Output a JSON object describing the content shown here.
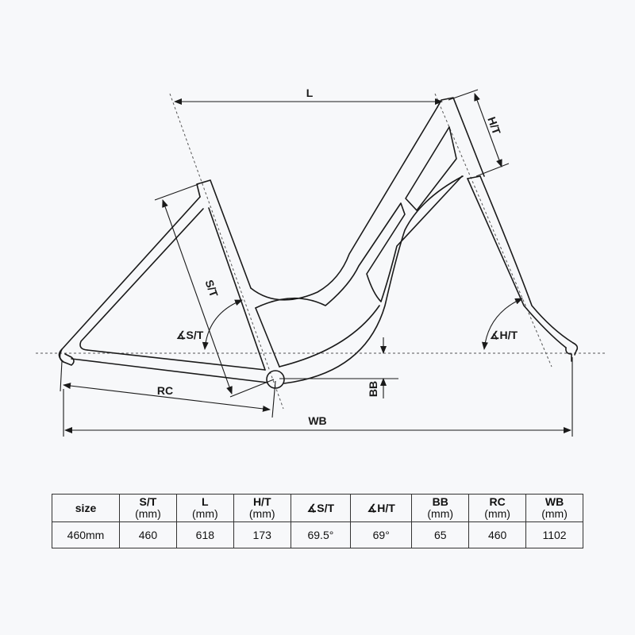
{
  "diagram": {
    "labels": {
      "L": "L",
      "HT": "H/T",
      "ST": "S/T",
      "ST_angle": "∡S/T",
      "HT_angle": "∡H/T",
      "RC": "RC",
      "BB": "BB",
      "WB": "WB"
    },
    "line_color": "#1a1a1a"
  },
  "table": {
    "headers": [
      {
        "label": "size",
        "unit": ""
      },
      {
        "label": "S/T",
        "unit": "(mm)"
      },
      {
        "label": "L",
        "unit": "(mm)"
      },
      {
        "label": "H/T",
        "unit": "(mm)"
      },
      {
        "label": "∡S/T",
        "unit": ""
      },
      {
        "label": "∡H/T",
        "unit": ""
      },
      {
        "label": "BB",
        "unit": "(mm)"
      },
      {
        "label": "RC",
        "unit": "(mm)"
      },
      {
        "label": "WB",
        "unit": "(mm)"
      }
    ],
    "rows": [
      [
        "460mm",
        "460",
        "618",
        "173",
        "69.5°",
        "69°",
        "65",
        "460",
        "1102"
      ]
    ]
  }
}
